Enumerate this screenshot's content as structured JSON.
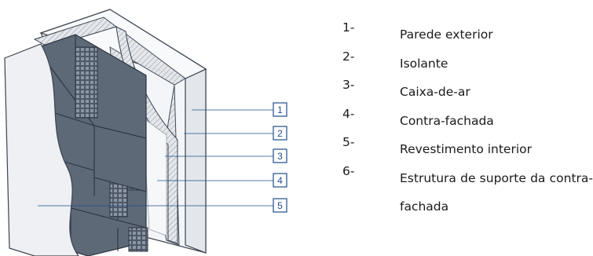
{
  "figure": {
    "callouts": [
      "1",
      "2",
      "3",
      "4",
      "5"
    ],
    "colors": {
      "brick": "#5e6978",
      "brick_edge": "#2d3440",
      "plaster": "#eef0f3",
      "insulation": "#d9dde2",
      "callout_line": "#1f4e8c",
      "panel_face": "#f3f5f8"
    }
  },
  "legend": {
    "items": [
      {
        "number": "1-",
        "text": "Parede exterior"
      },
      {
        "number": "2-",
        "text": "Isolante"
      },
      {
        "number": "3-",
        "text": "Caixa-de-ar"
      },
      {
        "number": "4-",
        "text": "Contra-fachada"
      },
      {
        "number": "5-",
        "text": "Revestimento interior"
      },
      {
        "number": "6-",
        "text": "Estrutura de suporte da contra-fachada"
      }
    ]
  }
}
